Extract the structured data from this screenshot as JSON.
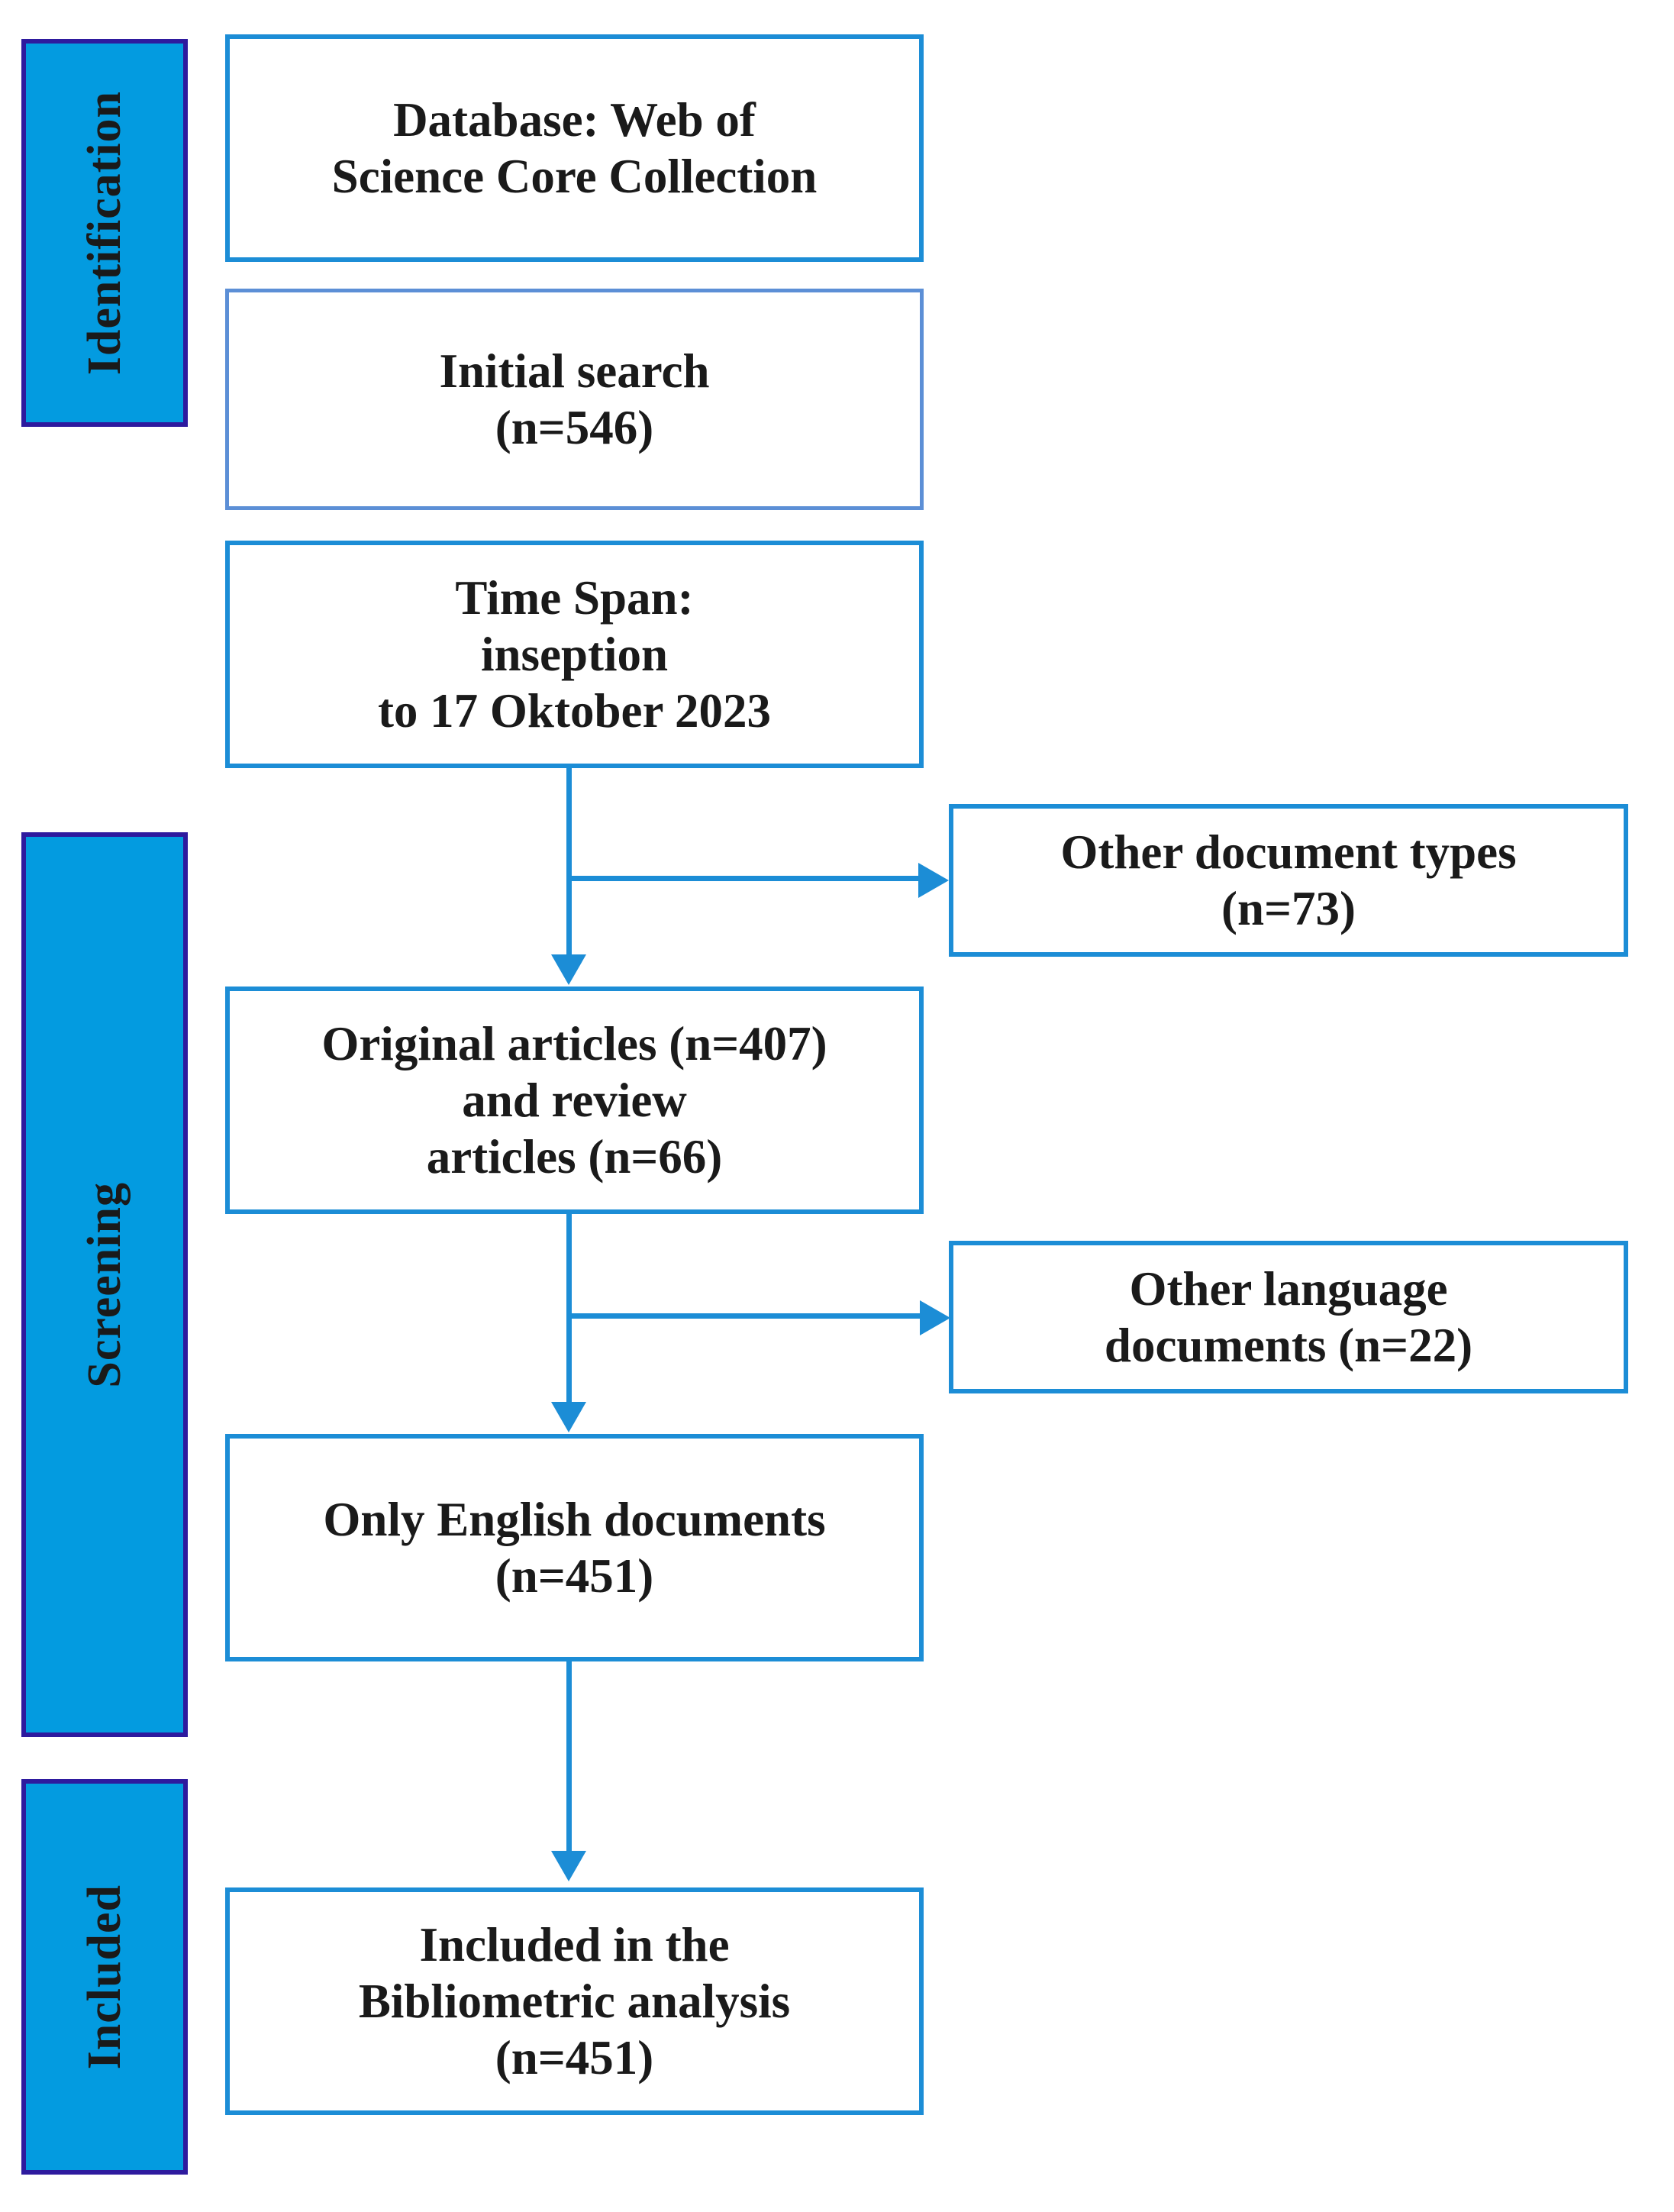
{
  "diagram": {
    "type": "prisma-flow-diagram",
    "accent_color": "#1C8DD6",
    "stage_bar_fill": "#039BE0",
    "stage_bar_border": "#2E1A9E",
    "soft_border_color": "#5C8FD6",
    "text_color": "#1A1A1A"
  },
  "stages": [
    {
      "id": "identification",
      "label": "Identification"
    },
    {
      "id": "screening",
      "label": "Screening"
    },
    {
      "id": "included",
      "label": "Included"
    }
  ],
  "boxes": [
    {
      "id": "database",
      "text": "Database: Web of\nScience Core Collection"
    },
    {
      "id": "initial-search",
      "text": "Initial search\n(n=546)"
    },
    {
      "id": "time-span",
      "text": "Time Span:\ninseption\nto 17 Oktober 2023"
    },
    {
      "id": "other-document-types",
      "text": "Other document types\n(n=73)"
    },
    {
      "id": "original-and-review",
      "text": "Original articles (n=407)\nand review\narticles (n=66)"
    },
    {
      "id": "other-language-documents",
      "text": "Other language\ndocuments (n=22)"
    },
    {
      "id": "only-english",
      "text": "Only English documents\n(n=451)"
    },
    {
      "id": "included-bibliometric",
      "text": "Included in the\nBibliometric analysis\n(n=451)"
    }
  ],
  "counts": {
    "initial_search": 546,
    "other_document_types": 73,
    "original_articles": 407,
    "review_articles": 66,
    "other_language_documents": 22,
    "only_english_documents": 451,
    "included_in_bibliometric_analysis": 451
  },
  "search_meta": {
    "database": "Web of Science Core Collection",
    "time_span_from": "inseption",
    "time_span_to": "17 Oktober 2023"
  }
}
